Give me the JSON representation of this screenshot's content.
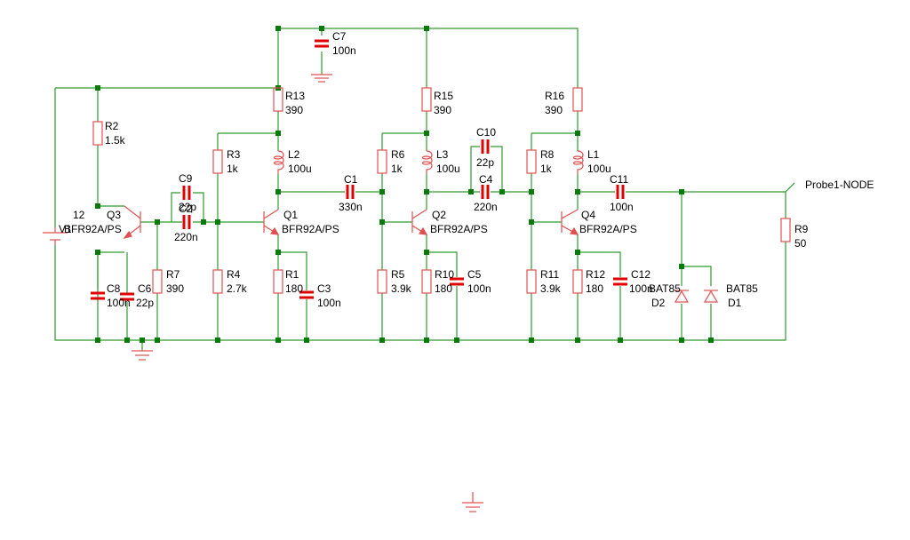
{
  "schematic": {
    "colors": {
      "wire": "#2e9a2e",
      "component": "#e05050",
      "capacitor_plate": "#e00000",
      "junction": "#0a7a0a",
      "text": "#000000"
    },
    "probe": {
      "label": "Probe1-NODE"
    },
    "battery": {
      "value": "12",
      "ref": "V1"
    },
    "components": {
      "R1": {
        "ref": "R1",
        "value": "180"
      },
      "R2": {
        "ref": "R2",
        "value": "1.5k"
      },
      "R3": {
        "ref": "R3",
        "value": "1k"
      },
      "R4": {
        "ref": "R4",
        "value": "2.7k"
      },
      "R5": {
        "ref": "R5",
        "value": "3.9k"
      },
      "R6": {
        "ref": "R6",
        "value": "1k"
      },
      "R7": {
        "ref": "R7",
        "value": "390"
      },
      "R8": {
        "ref": "R8",
        "value": "1k"
      },
      "R9": {
        "ref": "R9",
        "value": "50"
      },
      "R10": {
        "ref": "R10",
        "value": "180"
      },
      "R11": {
        "ref": "R11",
        "value": "3.9k"
      },
      "R12": {
        "ref": "R12",
        "value": "180"
      },
      "R13": {
        "ref": "R13",
        "value": "390"
      },
      "R15": {
        "ref": "R15",
        "value": "390"
      },
      "R16": {
        "ref": "R16",
        "value": "390"
      },
      "C1": {
        "ref": "C1",
        "value": "330n"
      },
      "C2": {
        "ref": "C2",
        "value": "220n"
      },
      "C3": {
        "ref": "C3",
        "value": "100n"
      },
      "C4": {
        "ref": "C4",
        "value": "220n"
      },
      "C5": {
        "ref": "C5",
        "value": "100n"
      },
      "C6": {
        "ref": "C6",
        "value": "22p"
      },
      "C7": {
        "ref": "C7",
        "value": "100n"
      },
      "C8": {
        "ref": "C8",
        "value": "100n"
      },
      "C9": {
        "ref": "C9",
        "value": "22p"
      },
      "C10": {
        "ref": "C10",
        "value": "22p"
      },
      "C11": {
        "ref": "C11",
        "value": "100n"
      },
      "C12": {
        "ref": "C12",
        "value": "100n"
      },
      "L1": {
        "ref": "L1",
        "value": "100u"
      },
      "L2": {
        "ref": "L2",
        "value": "100u"
      },
      "L3": {
        "ref": "L3",
        "value": "100u"
      },
      "Q1": {
        "ref": "Q1",
        "value": "BFR92A/PS"
      },
      "Q2": {
        "ref": "Q2",
        "value": "BFR92A/PS"
      },
      "Q3": {
        "ref": "Q3",
        "value": "BFR92A/PS"
      },
      "Q4": {
        "ref": "Q4",
        "value": "BFR92A/PS"
      },
      "D1": {
        "ref": "D1",
        "value": "BAT85"
      },
      "D2": {
        "ref": "D2",
        "value": "BAT85"
      }
    }
  }
}
